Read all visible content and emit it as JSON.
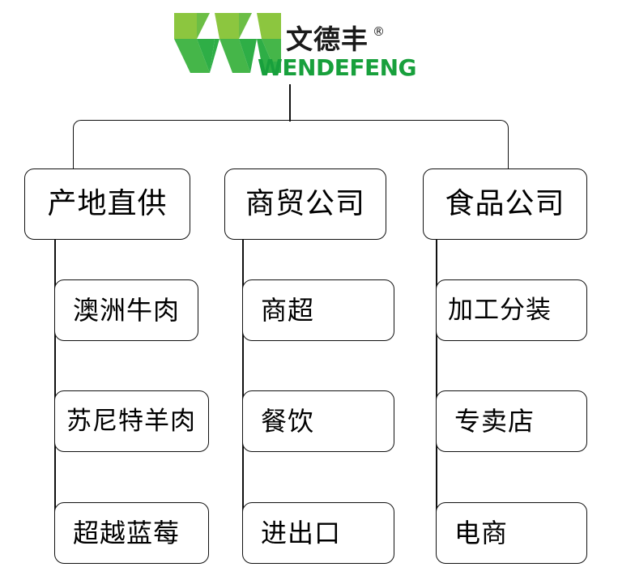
{
  "logo": {
    "mark_name": "wendefeng-w-mark",
    "chinese_name": "文德丰",
    "registered_symbol": "®",
    "english_name": "WENDEFENG",
    "colors": {
      "light_green": "#8CC63F",
      "mid_green": "#4CB648",
      "dark_green": "#18A03C",
      "text_black": "#1A1A1A"
    }
  },
  "diagram": {
    "type": "org-chart",
    "line_color": "#111111",
    "box_fill": "#FFFFFF",
    "columns": [
      {
        "id": "col-1",
        "title": "产地直供",
        "children": [
          "澳洲牛肉",
          "苏尼特羊肉",
          "超越蓝莓"
        ]
      },
      {
        "id": "col-2",
        "title": "商贸公司",
        "children": [
          "商超",
          "餐饮",
          "进出口"
        ]
      },
      {
        "id": "col-3",
        "title": "食品公司",
        "children": [
          "加工分装",
          "专卖店",
          "电商"
        ]
      }
    ]
  }
}
